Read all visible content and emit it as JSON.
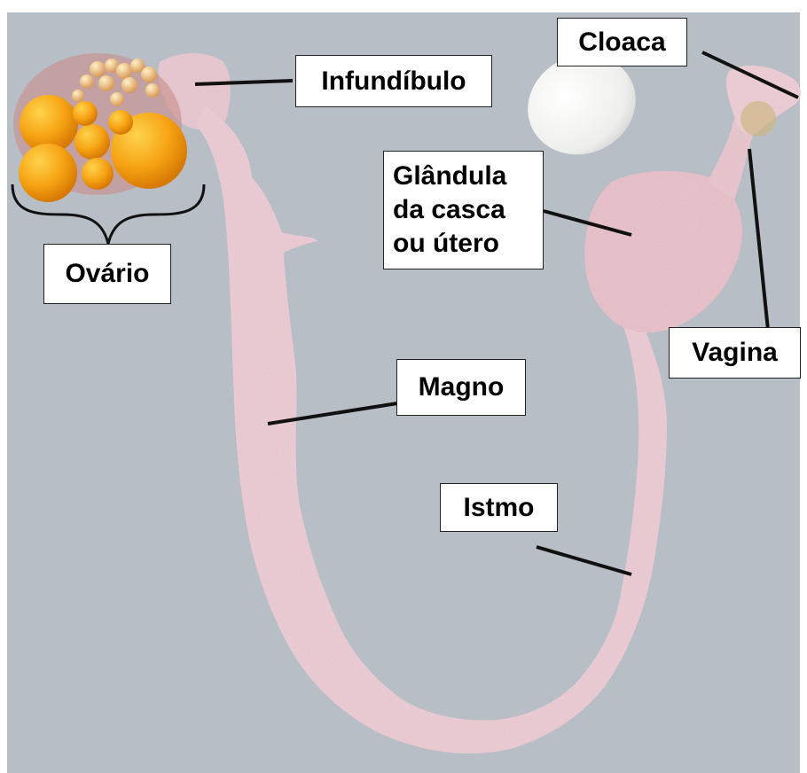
{
  "figure": {
    "background_color": "#b9bfc7",
    "tissue_color": "#e9c2cc",
    "yolk_color": "#f4a51c",
    "egg_color": "#f4f4f2"
  },
  "labels": {
    "cloaca": "Cloaca",
    "infundibulo": "Infundíbulo",
    "glandula_line1": "Glândula",
    "glandula_line2": "da casca",
    "glandula_line3": "ou útero",
    "ovario": "Ovário",
    "vagina": "Vagina",
    "magno": "Magno",
    "istmo": "Istmo"
  }
}
